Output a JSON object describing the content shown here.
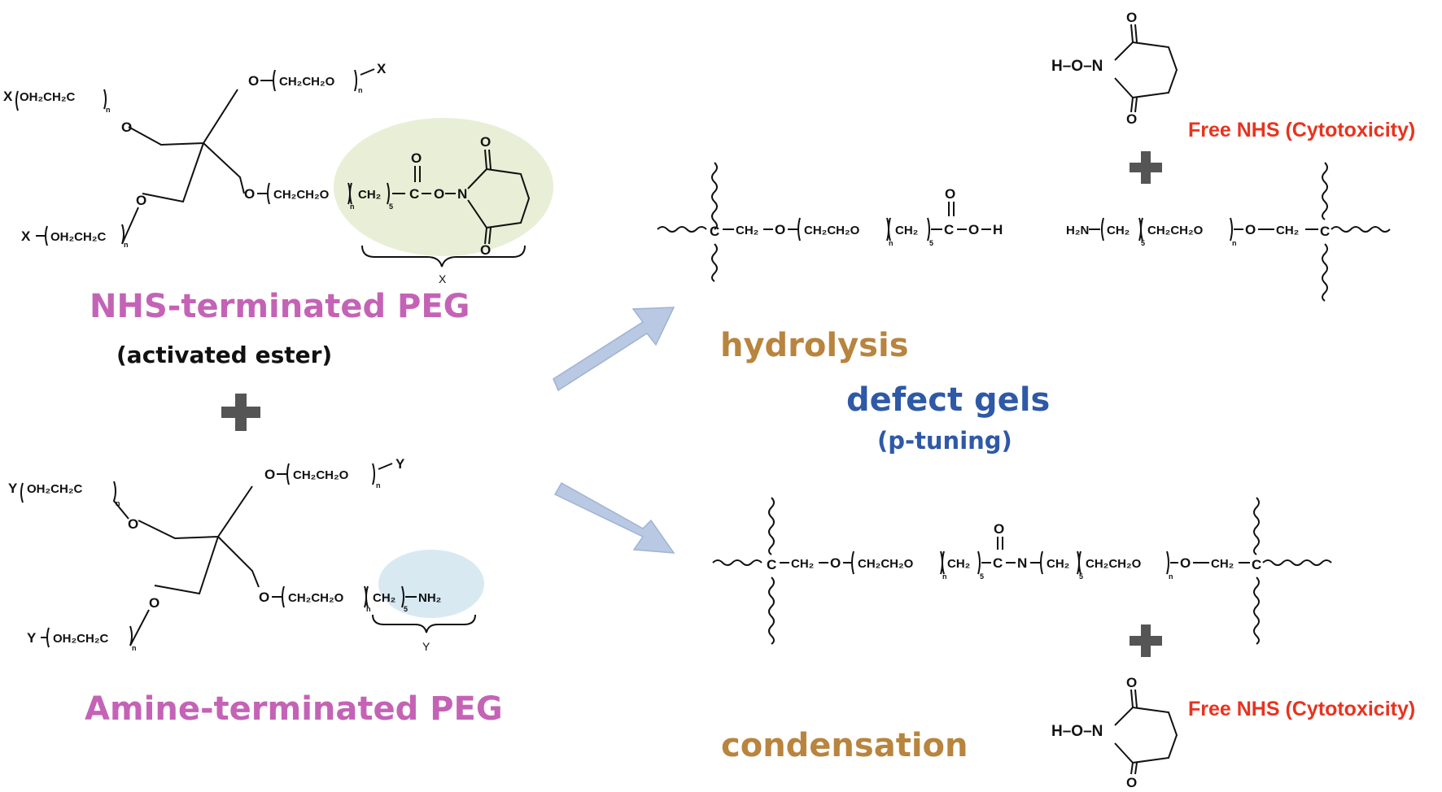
{
  "left": {
    "nhs_peg_label": "NHS-terminated PEG",
    "activated_ester_label": "(activated ester)",
    "amine_peg_label": "Amine-terminated PEG",
    "x_brace_label": "X",
    "y_brace_label": "Y",
    "x_end": "X",
    "y_end": "Y",
    "o_atom": "O",
    "n_atom": "N",
    "nh2_group": "NH₂",
    "oh2ch2c_unit": "OH₂CH₂C",
    "ch2ch2o_unit": "CH₂CH₂O",
    "ch2_unit": "CH₂",
    "c_atom": "C",
    "sub_n": "n",
    "sub_5": "5"
  },
  "right": {
    "hydrolysis_label": "hydrolysis",
    "defect_gels_label": "defect gels",
    "p_tuning_label": "(p-tuning)",
    "condensation_label": "condensation",
    "free_nhs_label": "Free NHS (Cytotoxicity)",
    "ho_n": "H–O–N",
    "h2n": "H₂N",
    "o_atom": "O",
    "n_atom": "N",
    "h_atom": "H",
    "c_atom": "C",
    "ch2_unit": "CH₂",
    "ch2ch2o_unit": "CH₂CH₂O",
    "sub_n": "n",
    "sub_5": "5"
  },
  "colors": {
    "magenta": "#c463b6",
    "gold": "#b8843e",
    "blue": "#2e59a6",
    "red": "#e8331f",
    "arrow_fill": "#b9c9e3",
    "nhs_highlight": "#e8efd6",
    "amine_highlight": "#d8e9f2",
    "plus_gray": "#555555"
  }
}
